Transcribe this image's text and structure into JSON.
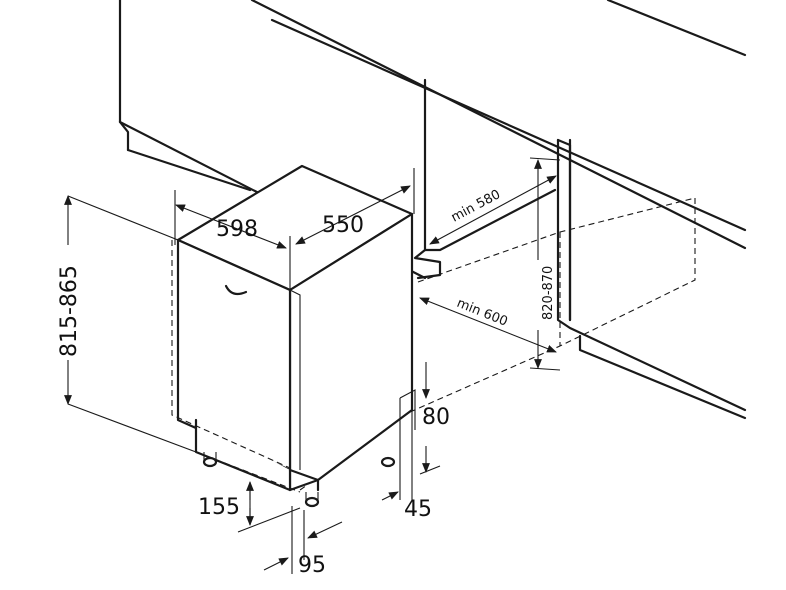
{
  "colors": {
    "line": "#1a1a1a",
    "background": "#ffffff"
  },
  "labels": {
    "width": "598",
    "depth": "550",
    "height_range": "815-865",
    "niche_depth_min": "min 580",
    "niche_width_min": "min 600",
    "niche_height_range": "820-870",
    "plinth_height": "80",
    "plinth_offset": "45",
    "foot_height": "155",
    "foot_offset": "95"
  }
}
